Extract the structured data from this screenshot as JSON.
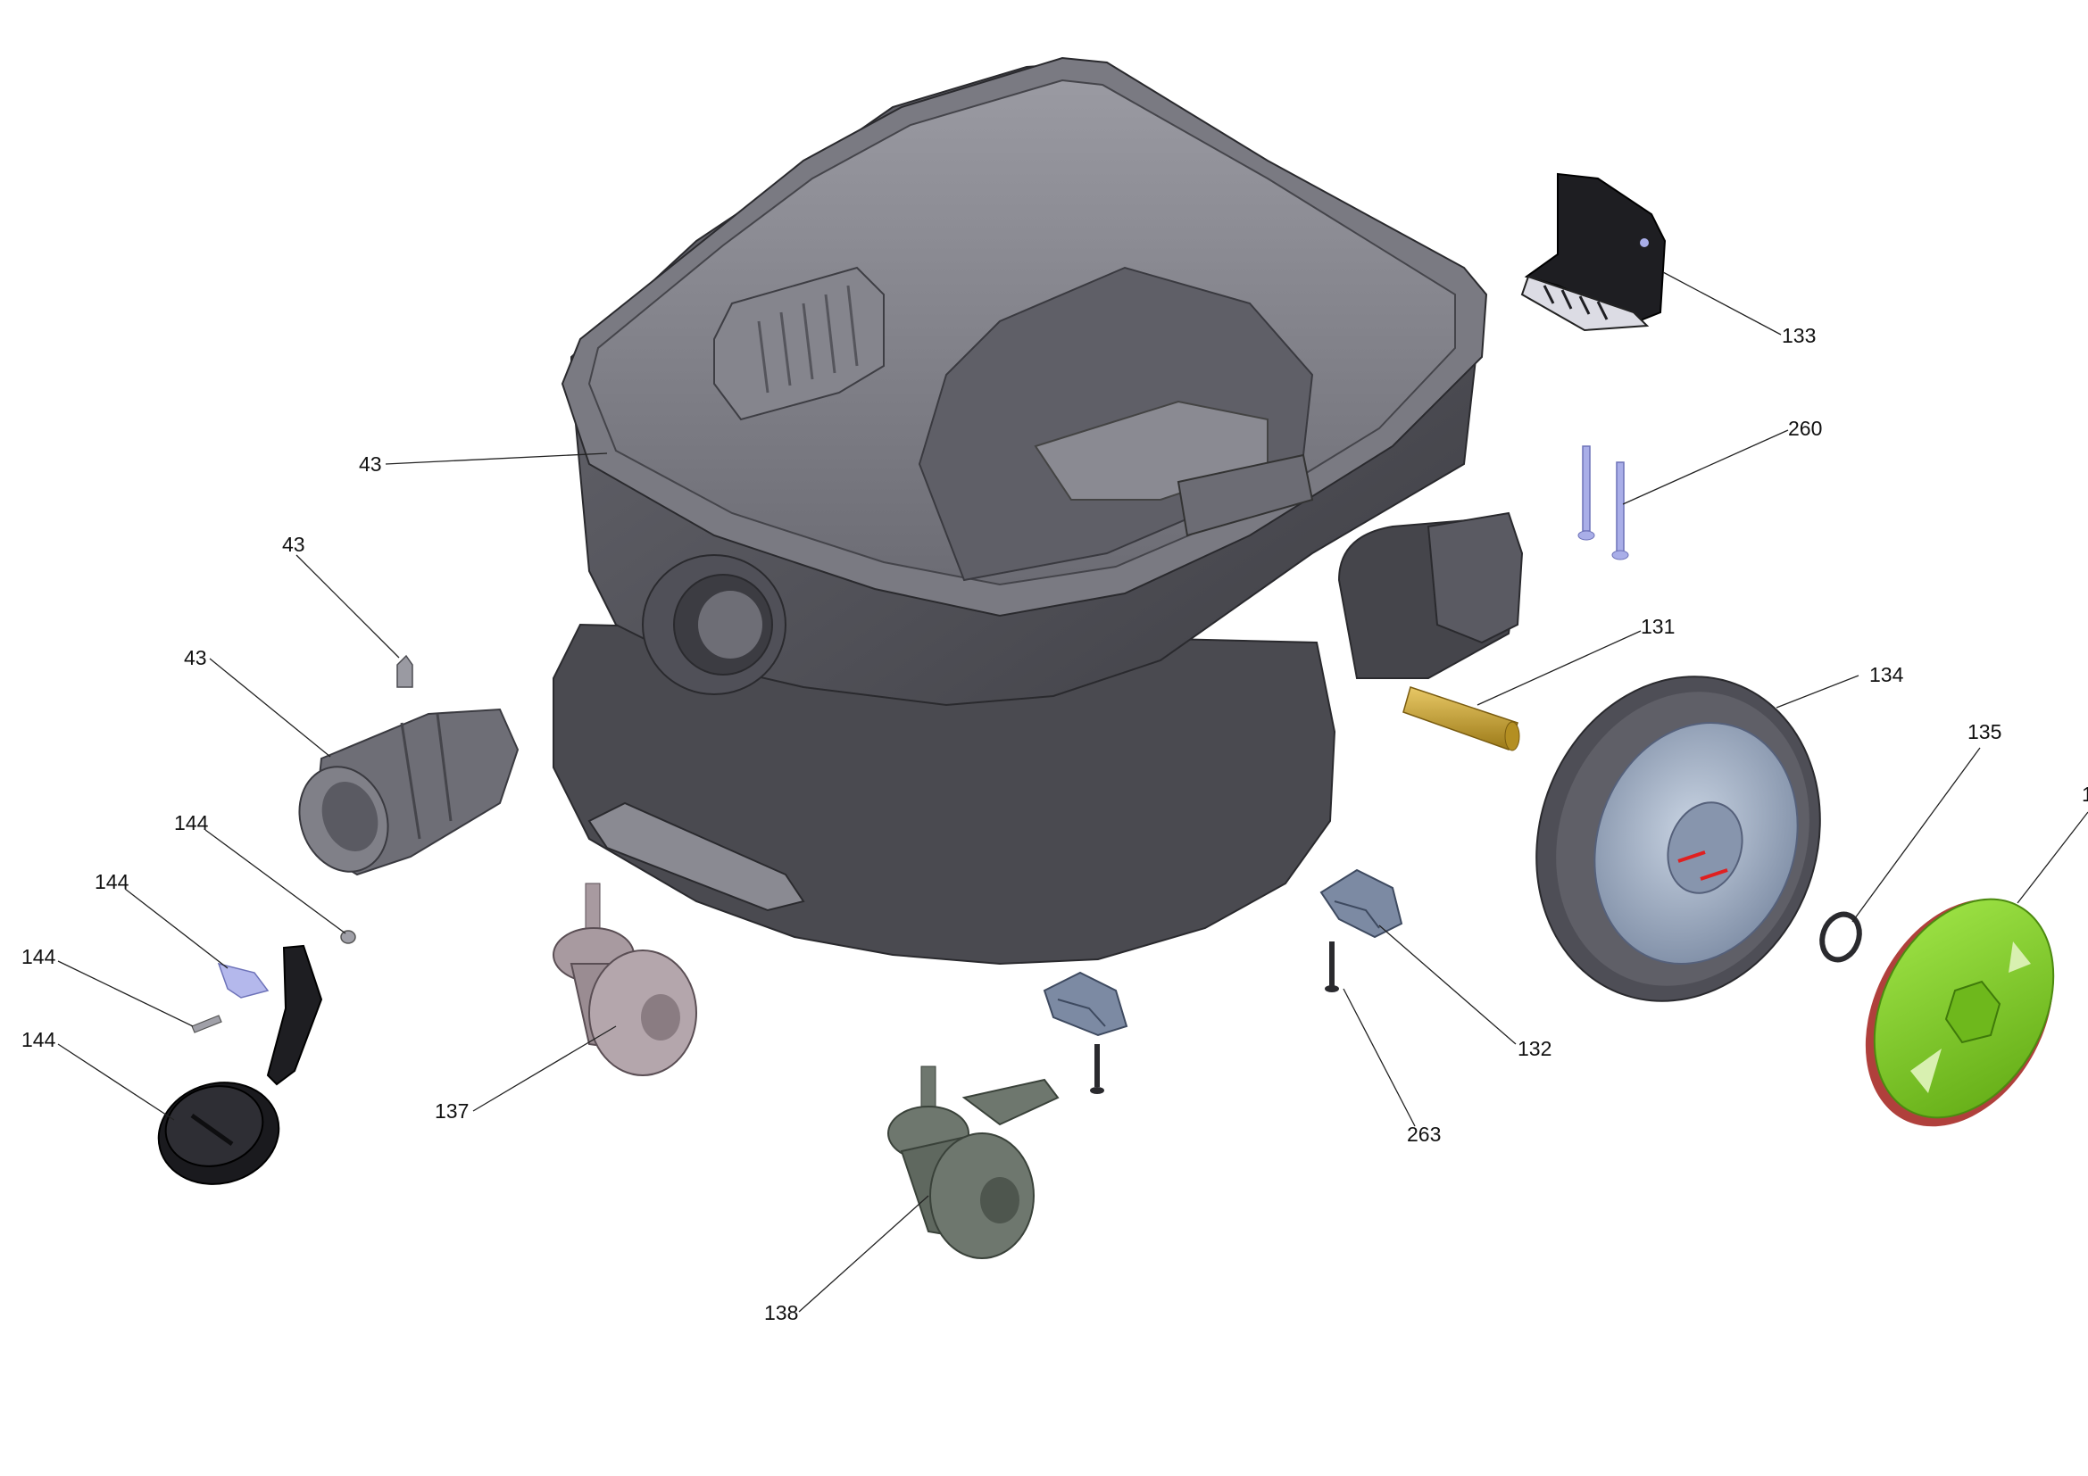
{
  "diagram": {
    "kind": "exploded parts view",
    "colors": {
      "housing": "#55555c",
      "housing_dark": "#3c3c42",
      "housing_light": "#8c8c94",
      "axle": "#c9a22c",
      "accent_green": "#7ed321",
      "part_blue": "#7c8aa3",
      "screw": "#a9aee8",
      "black_part": "#1e1e22"
    },
    "callouts": {
      "c43_container": "43",
      "c43_pin": "43",
      "c43_coupling": "43",
      "c144_nut": "144",
      "c144_clip": "144",
      "c144_screw": "144",
      "c144_cap": "144",
      "c133": "133",
      "c260": "260",
      "c131": "131",
      "c134": "134",
      "c135": "135",
      "c136_partial": "1",
      "c137": "137",
      "c138": "138",
      "c132": "132",
      "c263": "263"
    },
    "parts": [
      "container-body",
      "handle-bracket",
      "screws",
      "axle",
      "rear-wheel",
      "lock-ring",
      "wheel-cap",
      "mount-clips",
      "castor-137",
      "castor-138",
      "hose-coupling",
      "pin",
      "nut",
      "clip",
      "screw",
      "closure-cap"
    ]
  }
}
